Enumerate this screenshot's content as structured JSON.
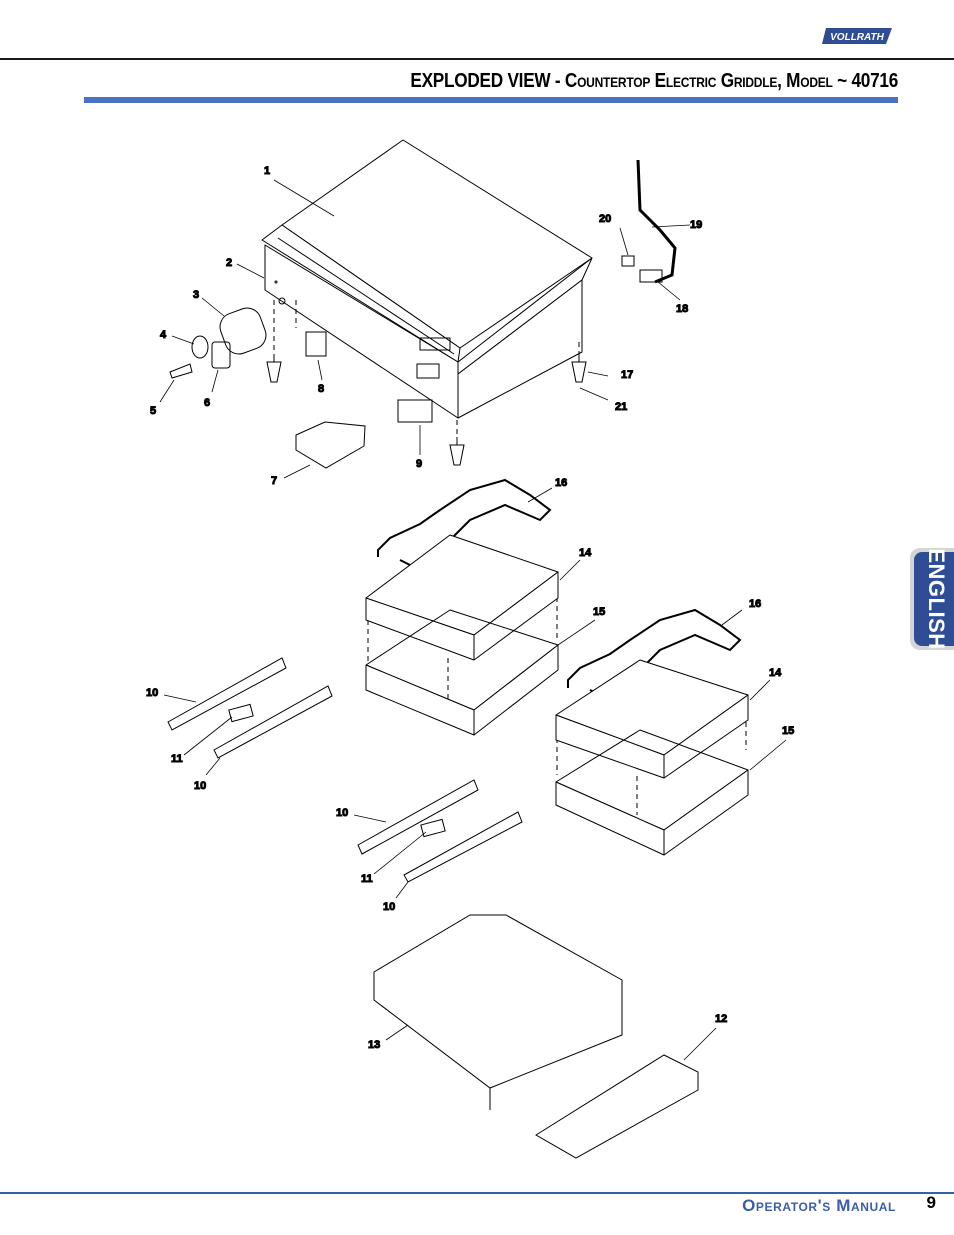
{
  "brand": {
    "logo_text": "VOLLRATH"
  },
  "header": {
    "title_main": "EXPLODED VIEW - ",
    "title_sub": "Countertop Electric Griddle, Model",
    "title_model": " ~ 40716"
  },
  "side_tab": {
    "label": "ENGLISH"
  },
  "callouts": {
    "c1": "1",
    "c2": "2",
    "c3": "3",
    "c4": "4",
    "c5": "5",
    "c6": "6",
    "c7": "7",
    "c8": "8",
    "c9": "9",
    "c10a": "10",
    "c10b": "10",
    "c10c": "10",
    "c10d": "10",
    "c11a": "11",
    "c11b": "11",
    "c12": "12",
    "c13": "13",
    "c14a": "14",
    "c14b": "14",
    "c15a": "15",
    "c15b": "15",
    "c16a": "16",
    "c16b": "16",
    "c17": "17",
    "c18": "18",
    "c19": "19",
    "c20": "20",
    "c21": "21"
  },
  "footer": {
    "label": "Operator's Manual",
    "page_number": "9"
  },
  "colors": {
    "accent": "#4a72c0",
    "tab": "#2f4d95",
    "footer": "#3c5ea8"
  }
}
